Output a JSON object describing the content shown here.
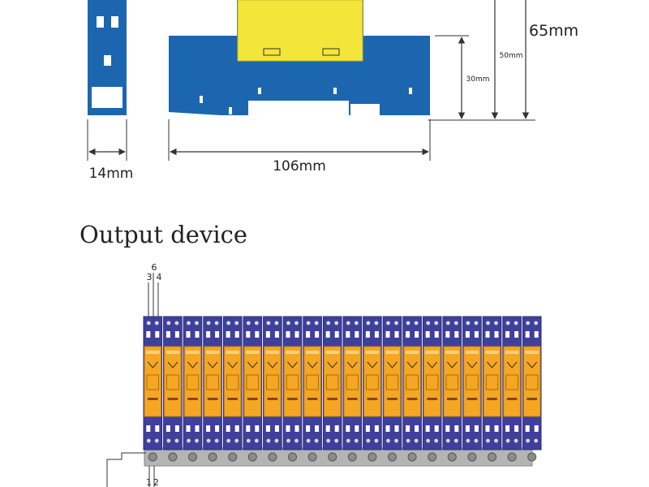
{
  "top_diagram": {
    "width_front_label": "14mm",
    "width_side_label": "106mm",
    "height_total_label": "65mm",
    "height_mid_label": "50mm",
    "height_low_label": "30mm"
  },
  "section_title": "Output device",
  "output_device": {
    "terminal_labels_top": [
      "6",
      "3",
      "4"
    ],
    "terminal_labels_bottom": [
      "1",
      "2"
    ],
    "module_count": 20
  },
  "colors": {
    "housing_blue": "#1c66b0",
    "panel_yellow": "#f3e53a",
    "base_purple": "#3f3f9c",
    "module_orange": "#f5a623",
    "rail_gray": "#b4b4b4",
    "line": "#333333"
  }
}
